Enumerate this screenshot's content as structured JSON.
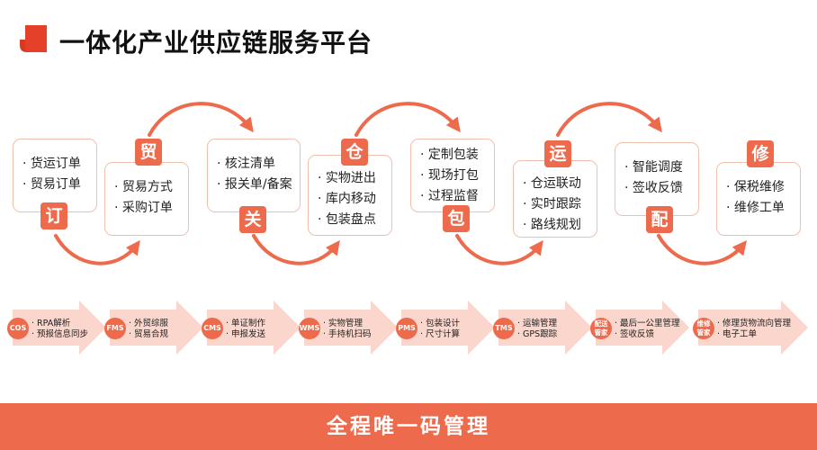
{
  "title": "一体化产业供应链服务平台",
  "colors": {
    "accent": "#ee6a4c",
    "accent_dark": "#d63a1f",
    "chevron_fill": "#fbd6cc",
    "box_border": "#f0c0ae"
  },
  "stages": [
    {
      "badge": "订",
      "items": [
        "· 货运订单",
        "· 贸易订单"
      ]
    },
    {
      "badge": "贸",
      "items": [
        "· 贸易方式",
        "· 采购订单"
      ]
    },
    {
      "badge": "关",
      "items": [
        "· 核注清单",
        "· 报关单/备案"
      ]
    },
    {
      "badge": "仓",
      "items": [
        "· 实物进出",
        "· 库内移动",
        "· 包装盘点"
      ]
    },
    {
      "badge": "包",
      "items": [
        "· 定制包装",
        "· 现场打包",
        "· 过程监督"
      ]
    },
    {
      "badge": "运",
      "items": [
        "· 仓运联动",
        "· 实时跟踪",
        "· 路线规划"
      ]
    },
    {
      "badge": "配",
      "items": [
        "· 智能调度",
        "· 签收反馈"
      ]
    },
    {
      "badge": "修",
      "items": [
        "· 保税维修",
        "· 维修工单"
      ]
    }
  ],
  "systems": [
    {
      "code": "COS",
      "items": [
        "· RPA解析",
        "· 预报信息同步"
      ]
    },
    {
      "code": "FMS",
      "items": [
        "· 外贸综服",
        "· 贸易合规"
      ]
    },
    {
      "code": "CMS",
      "items": [
        "· 单证制作",
        "· 申报发送"
      ]
    },
    {
      "code": "WMS",
      "items": [
        "· 实物管理",
        "· 手持机扫码"
      ]
    },
    {
      "code": "PMS",
      "items": [
        "· 包装设计",
        "· 尺寸计算"
      ]
    },
    {
      "code": "TMS",
      "items": [
        "· 运输管理",
        "· GPS跟踪"
      ]
    },
    {
      "code": "配送\n管家",
      "items": [
        "· 最后一公里管理",
        "· 签收反馈"
      ]
    },
    {
      "code": "维修\n管家",
      "items": [
        "· 修理货物流向管理",
        "· 电子工单"
      ]
    }
  ],
  "footer": "全程唯一码管理"
}
